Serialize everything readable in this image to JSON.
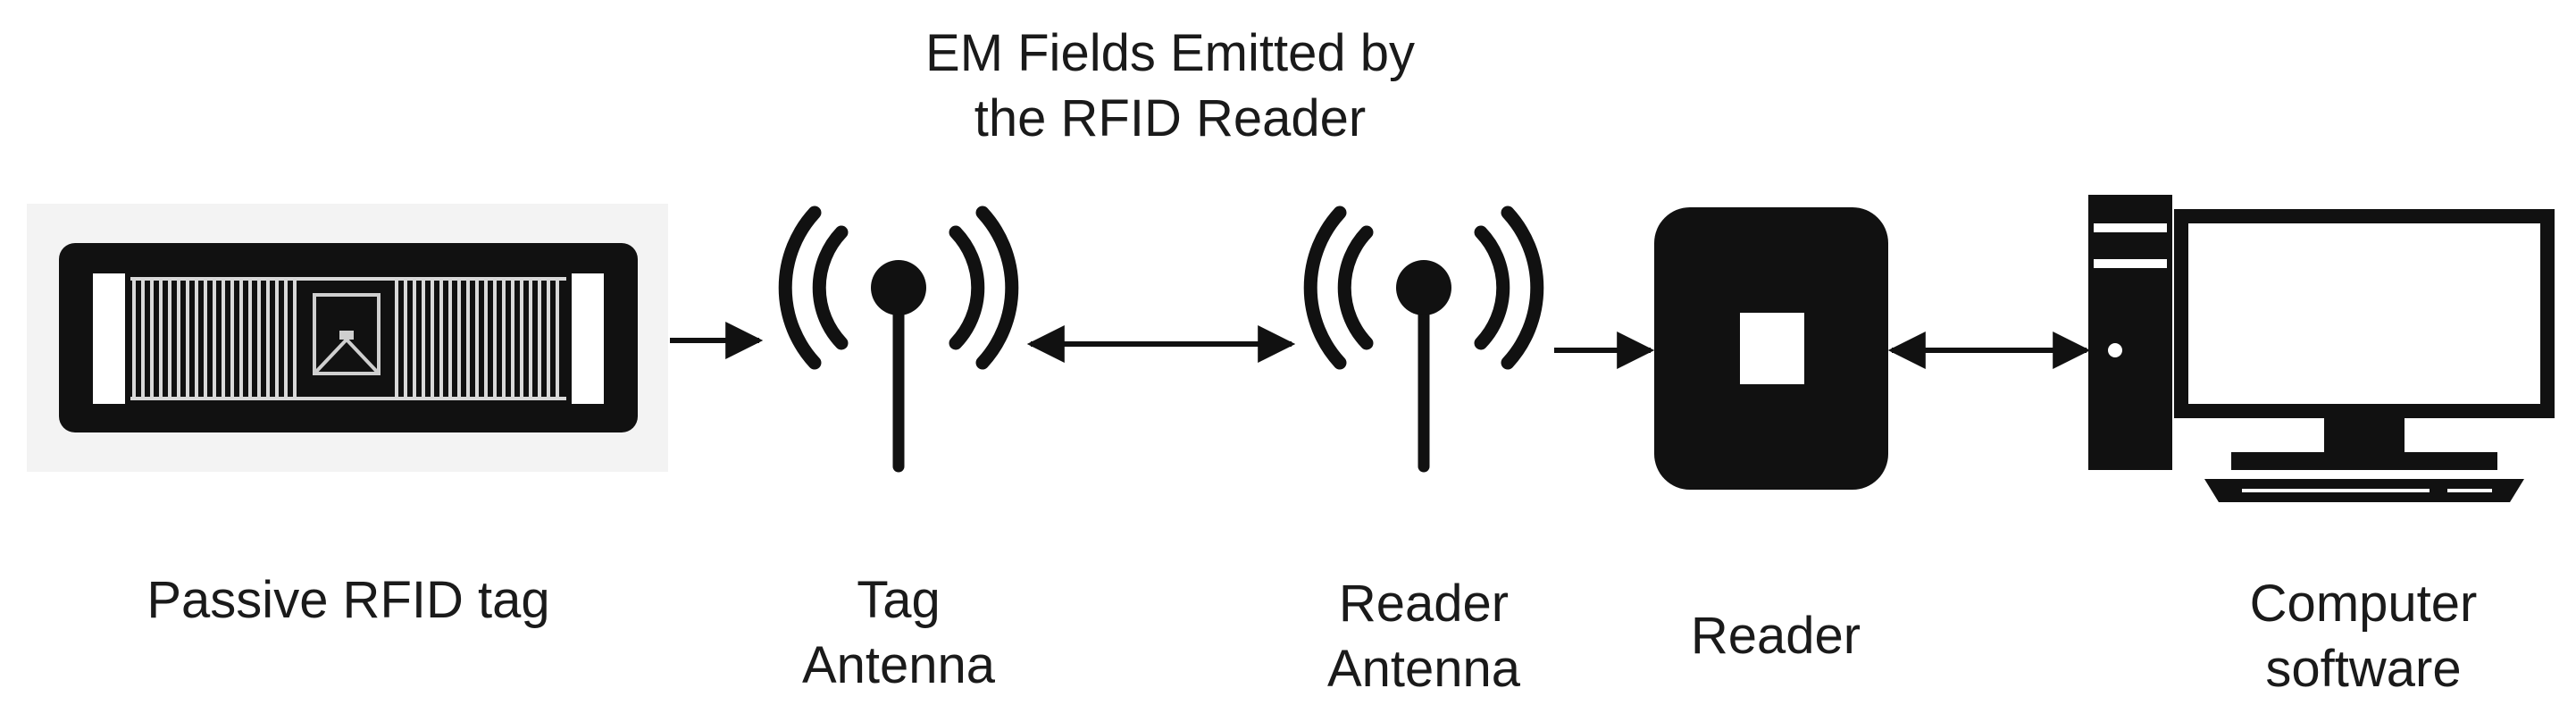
{
  "header": {
    "line1": "EM Fields Emitted by",
    "line2": "the RFID Reader"
  },
  "nodes": [
    {
      "id": "passive-tag",
      "icon": "rfid-tag-icon",
      "label_lines": [
        "Passive RFID tag"
      ]
    },
    {
      "id": "tag-antenna",
      "icon": "antenna-icon",
      "label_lines": [
        "Tag",
        "Antenna"
      ]
    },
    {
      "id": "reader-antenna",
      "icon": "antenna-icon",
      "label_lines": [
        "Reader",
        "Antenna"
      ]
    },
    {
      "id": "reader",
      "icon": "reader-device-icon",
      "label_lines": [
        "Reader"
      ]
    },
    {
      "id": "computer",
      "icon": "computer-icon",
      "label_lines": [
        "Computer",
        "software"
      ]
    }
  ],
  "edges": [
    {
      "from": "passive-tag",
      "to": "tag-antenna",
      "direction": "forward"
    },
    {
      "from": "tag-antenna",
      "to": "reader-antenna",
      "direction": "both"
    },
    {
      "from": "reader-antenna",
      "to": "reader",
      "direction": "forward"
    },
    {
      "from": "reader",
      "to": "computer",
      "direction": "both"
    }
  ],
  "colors": {
    "ink": "#111111",
    "tag_bg": "#f3f3f3",
    "text": "#1a1a1a"
  }
}
